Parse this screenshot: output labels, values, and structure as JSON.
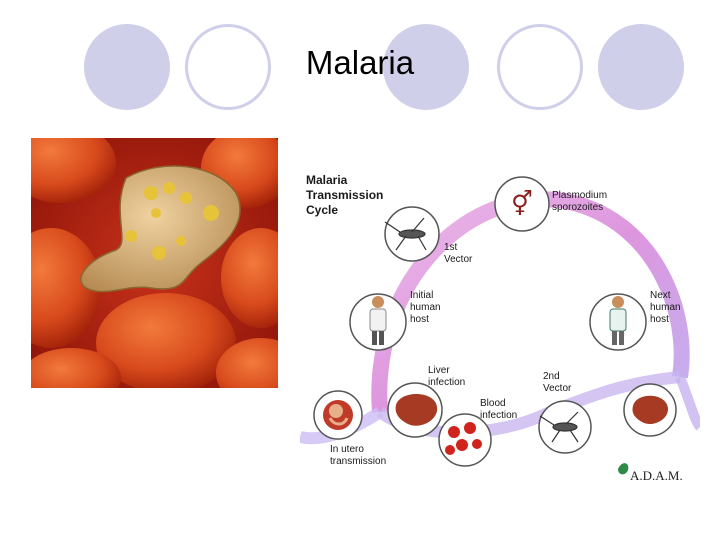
{
  "slide": {
    "title": "Malaria"
  },
  "diagram": {
    "title_lines": [
      "Malaria",
      "Transmission",
      "Cycle"
    ],
    "labels": {
      "plasmodium": [
        "Plasmodium",
        "sporozoites"
      ],
      "first_vector": [
        "1st",
        "Vector"
      ],
      "initial_host": [
        "Initial",
        "human",
        "host"
      ],
      "next_host": [
        "Next",
        "human",
        "host"
      ],
      "liver": [
        "Liver",
        "infection"
      ],
      "second_vector": [
        "2nd",
        "Vector"
      ],
      "blood": [
        "Blood",
        "infection"
      ],
      "in_utero": [
        "In utero",
        "transmission"
      ]
    },
    "logo": "A.D.A.M."
  }
}
